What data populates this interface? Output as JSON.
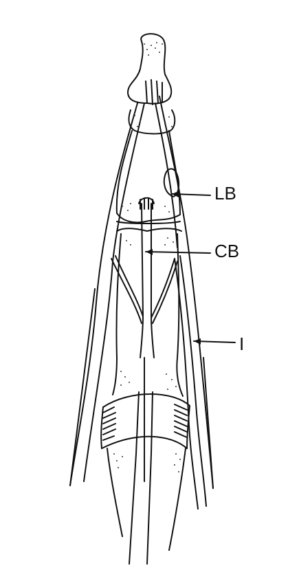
{
  "figure": {
    "labels": {
      "lateral_band": "LB",
      "central_band": "CB",
      "interosseous": "I"
    },
    "colors": {
      "ink": "#111111",
      "background": "#ffffff",
      "stipple": "#333333"
    }
  }
}
